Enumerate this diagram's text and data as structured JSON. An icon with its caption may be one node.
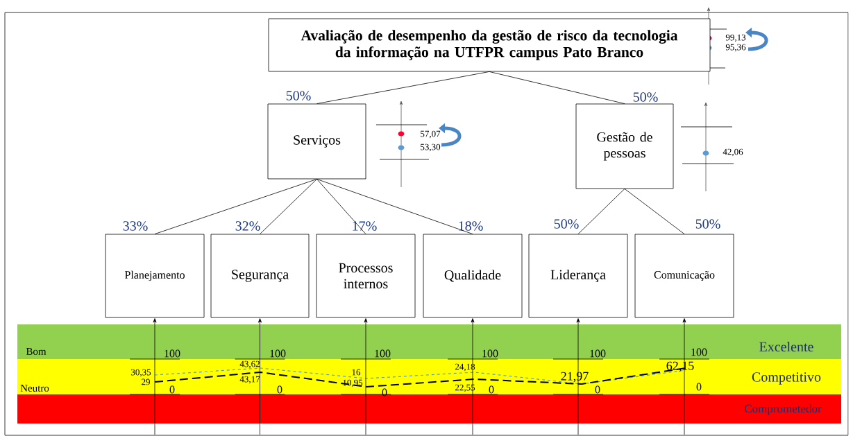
{
  "diagram": {
    "nodes": [
      {
        "text": [
          "Avaliação de desempenho da gestão de risco da tecnologia da informação na UTFPR campus Pato Branco"
        ]
      },
      {
        "text": [
          "Serviços"
        ],
        "beside": [
          "50%"
        ]
      },
      {
        "text": [
          "Gestão de pessoas"
        ],
        "beside": [
          "50%"
        ]
      },
      {
        "text": [
          "Planejamento"
        ],
        "beside": [
          "33%"
        ]
      },
      {
        "text": [
          "Segurança"
        ],
        "beside": [
          "32%"
        ]
      },
      {
        "text": [
          "Processos internos"
        ],
        "beside": [
          "17%"
        ]
      },
      {
        "text": [
          "Qualidade"
        ],
        "beside": [
          "18%"
        ]
      },
      {
        "text": [
          "Liderança"
        ],
        "beside": [
          "50%"
        ]
      },
      {
        "text": [
          "Comunicação"
        ],
        "beside": [
          "50%"
        ]
      }
    ],
    "edges": [
      {
        "from": 0,
        "to": 1,
        "arrow": "none"
      },
      {
        "from": 0,
        "to": 2,
        "arrow": "none"
      },
      {
        "from": 1,
        "to": 3,
        "arrow": "none"
      },
      {
        "from": 1,
        "to": 4,
        "arrow": "none"
      },
      {
        "from": 1,
        "to": 5,
        "arrow": "none"
      },
      {
        "from": 1,
        "to": 6,
        "arrow": "none"
      },
      {
        "from": 2,
        "to": 7,
        "arrow": "none"
      },
      {
        "from": 2,
        "to": 8,
        "arrow": "none"
      },
      {
        "from": null,
        "to": 3,
        "arrow": "to"
      },
      {
        "from": null,
        "to": 4,
        "arrow": "to"
      },
      {
        "from": null,
        "to": 5,
        "arrow": "to"
      },
      {
        "from": null,
        "to": 6,
        "arrow": "to"
      },
      {
        "from": null,
        "to": 7,
        "arrow": "to"
      },
      {
        "from": null,
        "to": 8,
        "arrow": "to"
      }
    ],
    "labels": [
      "99,13",
      "95,36",
      "57,07",
      "53,30",
      "42,06",
      "100",
      "30,35",
      "29",
      "0",
      "100",
      "43,62",
      "43,17",
      "0",
      "100",
      "16",
      "10,95",
      "0",
      "100",
      "24,18",
      "22,55",
      "0",
      "100",
      "21,97",
      "0",
      "100",
      "62,15",
      "0",
      "Bom",
      "Excelente",
      "Neutro",
      "Competitivo",
      "Comprometedor"
    ]
  }
}
